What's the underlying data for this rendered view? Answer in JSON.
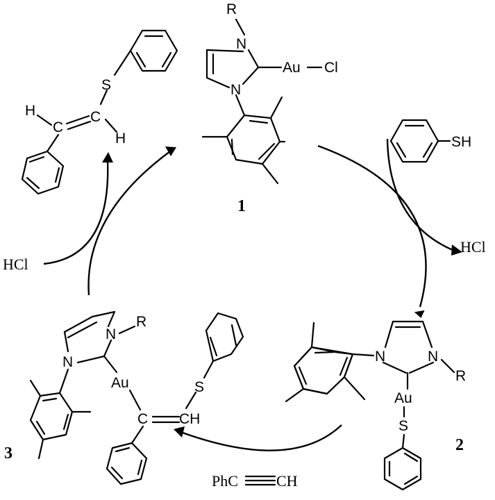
{
  "compound_labels": {
    "c1": "1",
    "c2": "2",
    "c3": "3"
  },
  "reagents": {
    "thiophenol_sh": "SH",
    "hcl_out": "HCl",
    "hcl_in": "HCl",
    "alkyne_phc": "PhC",
    "alkyne_ch": "CH"
  },
  "atoms": {
    "c1_r": "R",
    "c1_n_top": "N",
    "c1_n_bot": "N",
    "c1_au": "Au",
    "c1_cl": "Cl",
    "c2_n_left": "N",
    "c2_n_right": "N",
    "c2_r": "R",
    "c2_au": "Au",
    "c2_s": "S",
    "c3_n_top": "N",
    "c3_n_bot": "N",
    "c3_r": "R",
    "c3_au": "Au",
    "c3_c": "C",
    "c3_ch": "CH",
    "c3_s": "S",
    "prod_s": "S",
    "prod_h_left": "H",
    "prod_c_left": "C",
    "prod_c_right": "C",
    "prod_h_right": "H"
  }
}
